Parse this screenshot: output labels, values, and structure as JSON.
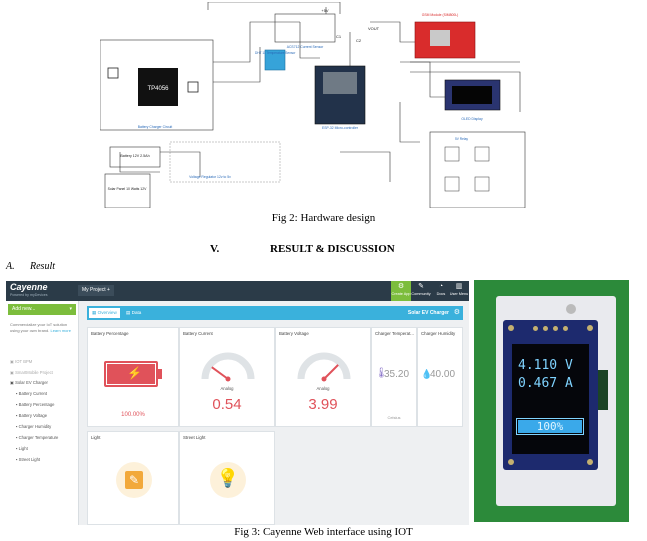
{
  "schematic": {
    "title_top_right": "GSM Module (SIM800L)",
    "labels": {
      "battery_charger": "Battery Charger Circuit",
      "tp4056": "TP4056",
      "dht": "DHT 11 Temperature Sensor",
      "current_sensor": "ACS712 Current Sensor",
      "esp32": "ESP-32 Micro-controller",
      "oled": "OLED Display",
      "relay": "5V Relay",
      "battery": "Battery 12V 2.5Ah",
      "solar": "Solar Panel 10 Watts 12V",
      "regulator": "Voltage Regulator 12v to 5v",
      "five_v": "+5V",
      "vout": "VOUT",
      "c1": "C1",
      "c2": "C2"
    }
  },
  "fig2_caption": "Fig 2: Hardware design",
  "section_heading": {
    "number": "V.",
    "title": "RESULT & DISCUSSION"
  },
  "subsection": {
    "letter": "A.",
    "title": "Result"
  },
  "cayenne": {
    "logo": "Cayenne",
    "tagline": "Powered by myDevices",
    "project": "My Project",
    "top_buttons": [
      {
        "label": "Create App",
        "icon": "plus-icon"
      },
      {
        "label": "Community",
        "icon": "community-icon"
      },
      {
        "label": "Docs",
        "icon": "docs-icon"
      },
      {
        "label": "User Menu",
        "icon": "user-icon"
      }
    ],
    "add_new": "Add new...",
    "promo": "Commercialize your IoT solution using your own brand.",
    "promo_link": "Learn more",
    "sidebar_items": [
      {
        "label": "IOT BPM",
        "sub": false,
        "grey": true
      },
      {
        "label": "SmartMobile Project",
        "sub": false,
        "grey": true
      },
      {
        "label": "Solar EV Charger",
        "sub": false,
        "grey": false
      },
      {
        "label": "Battery Current",
        "sub": true,
        "grey": false
      },
      {
        "label": "Battery Percentage",
        "sub": true,
        "grey": false
      },
      {
        "label": "Battery Voltage",
        "sub": true,
        "grey": false
      },
      {
        "label": "Charger Humidity",
        "sub": true,
        "grey": false
      },
      {
        "label": "Charger Temperature",
        "sub": true,
        "grey": false
      },
      {
        "label": "Light",
        "sub": true,
        "grey": false
      },
      {
        "label": "Street Light",
        "sub": true,
        "grey": false
      }
    ],
    "tabs": {
      "overview": "Overview",
      "data": "Data"
    },
    "device_title": "Solar EV Charger",
    "widgets": {
      "battery_percentage": {
        "title": "Battery Percentage",
        "value": "100.00%",
        "level": 1.0
      },
      "battery_current": {
        "title": "Battery Current",
        "type": "Analog",
        "value": "0.54",
        "level": 0.2
      },
      "battery_voltage": {
        "title": "Battery Voltage",
        "type": "Analog",
        "value": "3.99",
        "level": 0.75
      },
      "charger_temperature": {
        "title": "Charger Temperat...",
        "value": "35.20",
        "unit_label": "Celsius"
      },
      "charger_humidity": {
        "title": "Charger Humidity",
        "value": "40.00"
      },
      "light": {
        "title": "Light"
      },
      "street_light": {
        "title": "Street Light"
      }
    },
    "colors": {
      "accent": "#3ab1dc",
      "value_red": "#e0525a",
      "green": "#7cbd3c",
      "dark": "#2b3b48"
    }
  },
  "oled": {
    "line1": "4.110 V",
    "line2": "0.467 A",
    "bar_label": "100%",
    "bar_level": 1.0
  },
  "fig3_caption": "Fig 3: Cayenne Web interface using IOT"
}
